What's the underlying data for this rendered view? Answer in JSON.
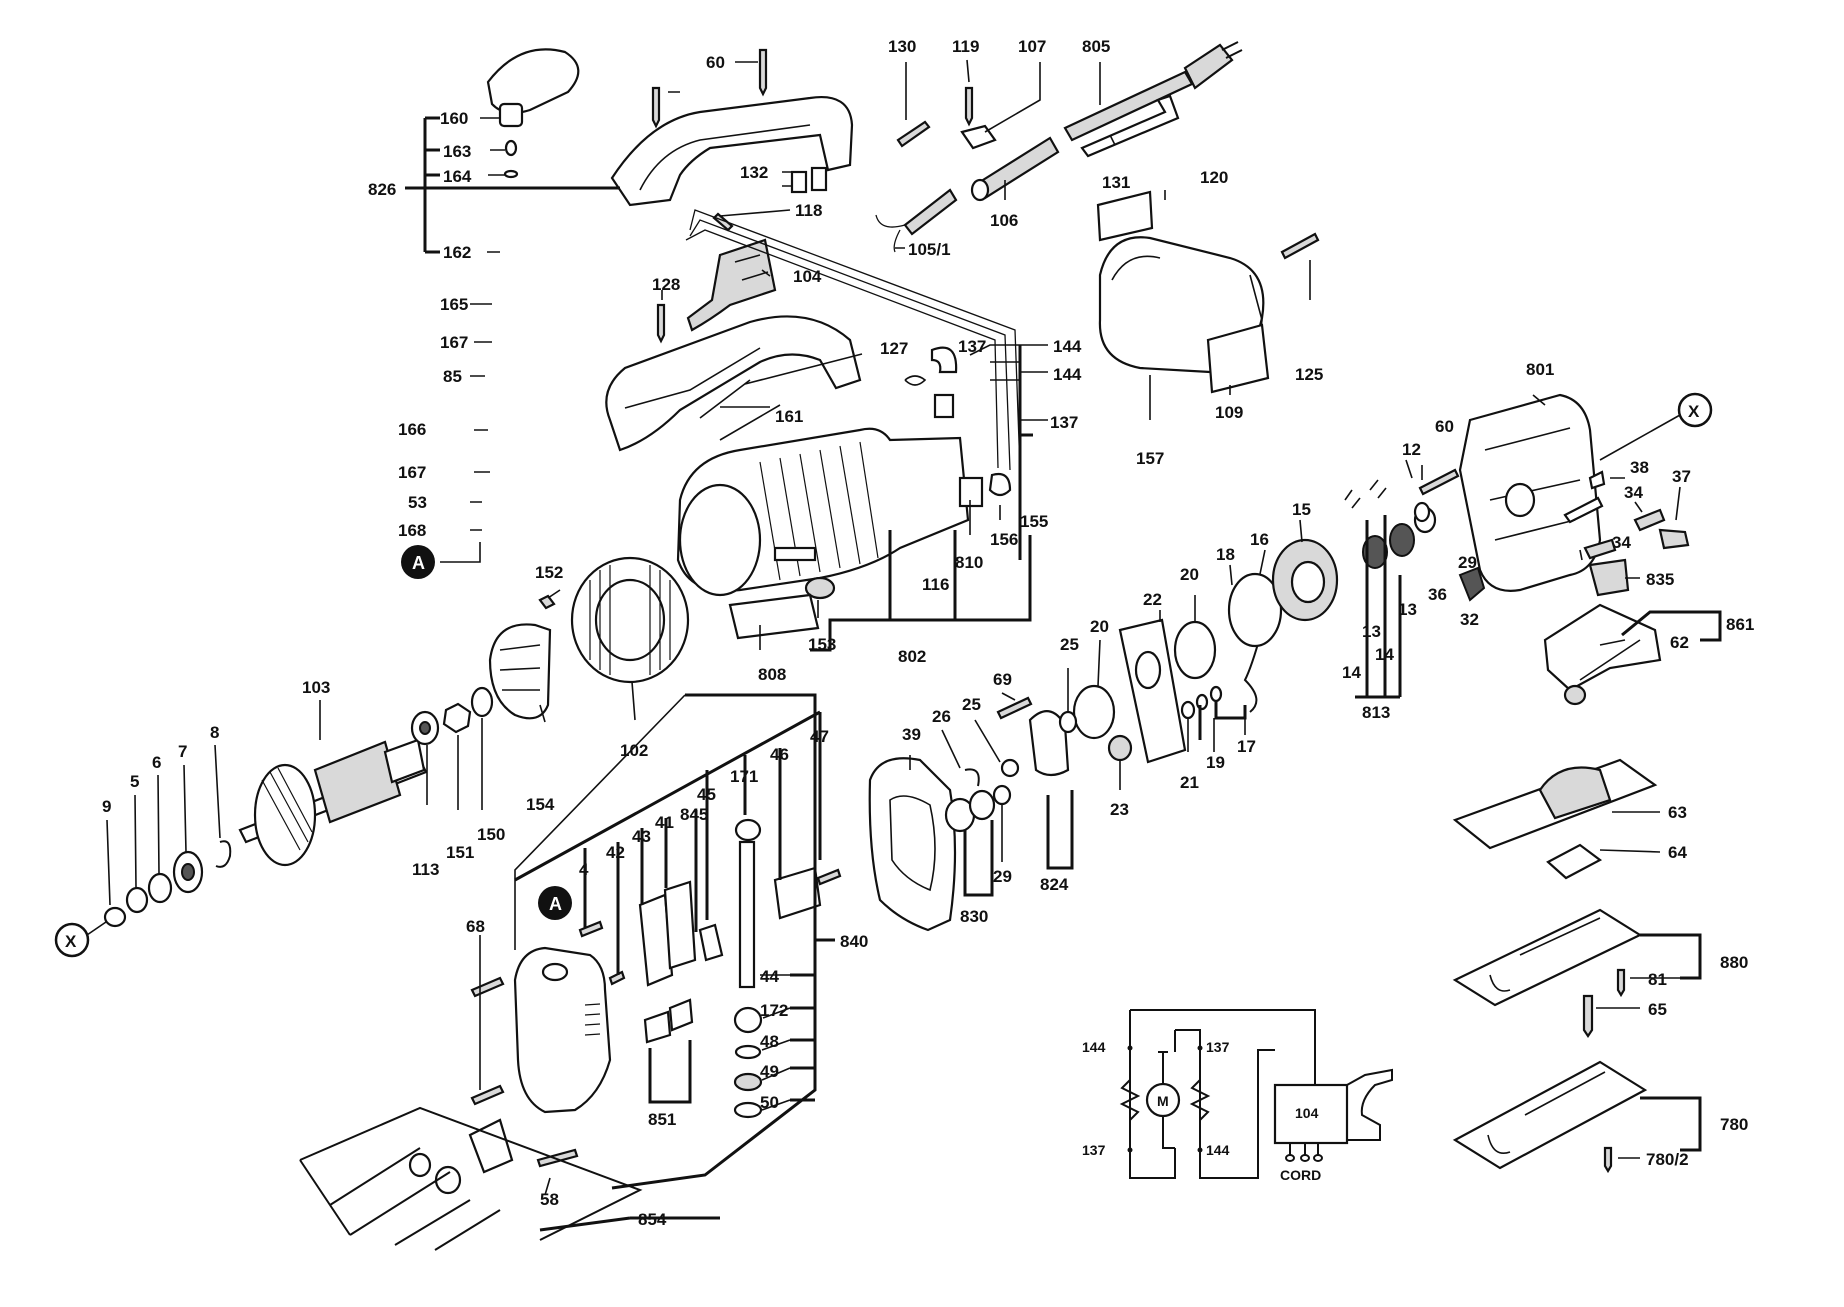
{
  "labels": {
    "l60a": "60",
    "l130": "130",
    "l119": "119",
    "l107": "107",
    "l805": "805",
    "l160": "160",
    "l163": "163",
    "l164": "164",
    "l826": "826",
    "l162": "162",
    "l165": "165",
    "l167a": "167",
    "l85": "85",
    "l166": "166",
    "l167b": "167",
    "l53": "53",
    "l168": "168",
    "l132": "132",
    "l118": "118",
    "l105_1": "105/1",
    "l106": "106",
    "l131": "131",
    "l120": "120",
    "l104": "104",
    "l128": "128",
    "l127": "127",
    "l161": "161",
    "l137a": "137",
    "l144a": "144",
    "l144b": "144",
    "l137b": "137",
    "l125": "125",
    "l109": "109",
    "l157": "157",
    "l801": "801",
    "l60b": "60",
    "l12": "12",
    "l38": "38",
    "l34a": "34",
    "l37": "37",
    "l15": "15",
    "l16": "16",
    "l18": "18",
    "l20a": "20",
    "l22": "22",
    "l29a": "29",
    "l36": "36",
    "l34b": "34",
    "l835": "835",
    "l32": "32",
    "l13a": "13",
    "l13b": "13",
    "l14a": "14",
    "l14b": "14",
    "l813": "813",
    "l861": "861",
    "l62": "62",
    "l63": "63",
    "l64": "64",
    "l880": "880",
    "l81": "81",
    "l65": "65",
    "l780": "780",
    "l780_2": "780/2",
    "l152": "152",
    "l153": "153",
    "l116": "116",
    "l810": "810",
    "l156": "156",
    "l155": "155",
    "l802": "802",
    "l808": "808",
    "l102": "102",
    "l154": "154",
    "l103": "103",
    "l113": "113",
    "l151": "151",
    "l150": "150",
    "l9": "9",
    "l5": "5",
    "l6": "6",
    "l7": "7",
    "l8": "8",
    "l39": "39",
    "l26": "26",
    "l25a": "25",
    "l69": "69",
    "l25b": "25",
    "l20b": "20",
    "l21": "21",
    "l19": "19",
    "l17": "17",
    "l23": "23",
    "l824": "824",
    "l29b": "29",
    "l830": "830",
    "l47": "47",
    "l46": "46",
    "l171": "171",
    "l45": "45",
    "l845": "845",
    "l41": "41",
    "l43": "43",
    "l42": "42",
    "l4": "4",
    "l68": "68",
    "l840": "840",
    "l44": "44",
    "l172": "172",
    "l48": "48",
    "l49": "49",
    "l50": "50",
    "l851": "851",
    "l58": "58",
    "l854": "854",
    "lA1": "A",
    "lA2": "A",
    "lX1": "X",
    "lX2": "X",
    "s144a": "144",
    "s137a": "137",
    "s137b": "137",
    "s144b": "144",
    "s104": "104",
    "scord": "CORD",
    "smotor": "M"
  },
  "colors": {
    "ink": "#111111",
    "paper": "#ffffff",
    "shade": "#d9d9d9"
  }
}
